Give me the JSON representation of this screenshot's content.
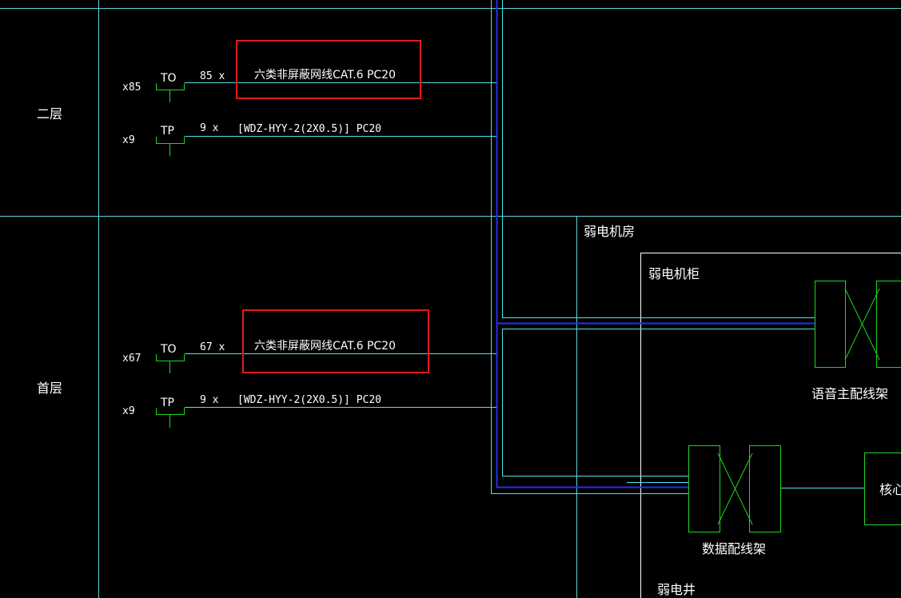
{
  "colors": {
    "background": "#000000",
    "grid": "#5fd3e0",
    "cable": "#4fe3ec",
    "trunk_blue": "#2a2ee8",
    "symbol_green": "#1fd61f",
    "highlight_red": "#e21a1a",
    "text": "#ffffff"
  },
  "floors": [
    {
      "label": "二层",
      "outlets": [
        {
          "count_label": "x85",
          "symbol": "TO",
          "qty": "85 x",
          "cable": "六类非屏蔽网线CAT.6 PC20",
          "highlighted": true
        },
        {
          "count_label": "x9",
          "symbol": "TP",
          "qty": "9 x",
          "cable": "[WDZ-HYY-2(2X0.5)] PC20",
          "highlighted": false
        }
      ]
    },
    {
      "label": "首层",
      "outlets": [
        {
          "count_label": "x67",
          "symbol": "TO",
          "qty": "67 x",
          "cable": "六类非屏蔽网线CAT.6 PC20",
          "highlighted": true
        },
        {
          "count_label": "x9",
          "symbol": "TP",
          "qty": "9 x",
          "cable": "[WDZ-HYY-2(2X0.5)] PC20",
          "highlighted": false
        }
      ]
    }
  ],
  "rooms": {
    "machine_room": "弱电机房",
    "cabinet": "弱电机柜",
    "shaft": "弱电井"
  },
  "equipment": {
    "voice_frame": "语音主配线架",
    "data_frame": "数据配线架",
    "core_switch": "核心"
  }
}
